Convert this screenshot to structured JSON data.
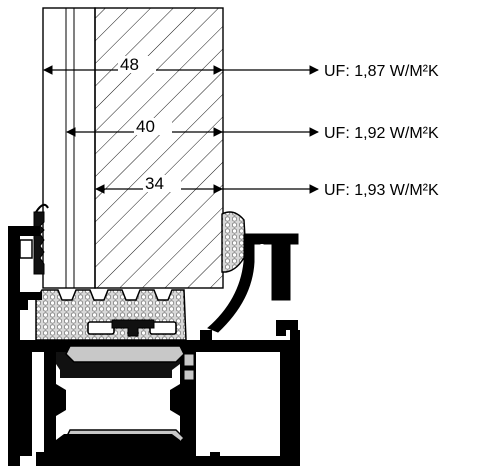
{
  "dimensions": [
    {
      "width_label": "48",
      "uf_label": "UF: 1,87 W/M²K"
    },
    {
      "width_label": "40",
      "uf_label": "UF: 1,92 W/M²K"
    },
    {
      "width_label": "34",
      "uf_label": "UF: 1,93 W/M²K"
    }
  ],
  "colors": {
    "line": "#000000",
    "profile": "#000000",
    "thermal_break": "#c8c8c8",
    "gasket_foam": "#d9d9d9",
    "background": "#ffffff"
  }
}
